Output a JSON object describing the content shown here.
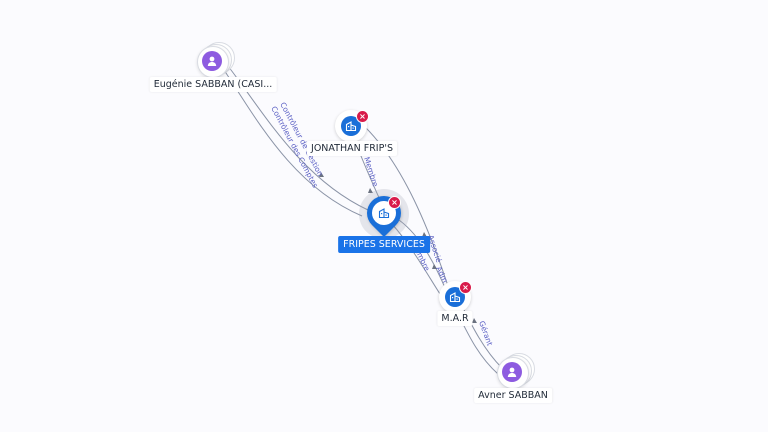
{
  "nodes": {
    "eugenie": {
      "label": "Eugénie SABBAN (CASI...",
      "type": "person",
      "icon": "person-icon"
    },
    "jonathan": {
      "label": "JONATHAN FRIP'S",
      "type": "company",
      "icon": "building-icon",
      "badge": "×"
    },
    "fripes": {
      "label": "FRIPES SERVICES",
      "type": "company",
      "focus": true,
      "icon": "building-icon",
      "badge": "×"
    },
    "mar": {
      "label": "M.A.R",
      "type": "company",
      "icon": "building-icon",
      "badge": "×"
    },
    "avner": {
      "label": "Avner SABBAN",
      "type": "person",
      "icon": "person-icon"
    }
  },
  "edges": {
    "eugenie_fripes_1": "Contrôleur de Gestion",
    "eugenie_fripes_2": "Contrôleur des Comptes",
    "jonathan_fripes": "Membre",
    "fripes_mar_1": "Membre",
    "fripes_mar_2": "Adm",
    "jonathan_mar": "Associé",
    "mar_avner": "Gérant"
  },
  "colors": {
    "focus": "#1a73e8",
    "company": "#1a6fd8",
    "person": "#8d5be0",
    "badge": "#d81b4a",
    "edge_label": "#5a5fc4"
  }
}
